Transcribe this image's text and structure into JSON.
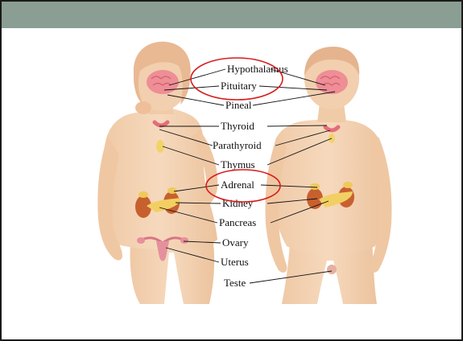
{
  "slide": {
    "header_color": "#8a9e93",
    "highlight_color": "#d81b1b"
  },
  "diagram": {
    "labels": [
      {
        "id": "hypothalamus",
        "text": "Hypothalamus"
      },
      {
        "id": "pituitary",
        "text": "Pituitary"
      },
      {
        "id": "pineal",
        "text": "Pineal"
      },
      {
        "id": "thyroid",
        "text": "Thyroid"
      },
      {
        "id": "parathyroid",
        "text": "Parathyroid"
      },
      {
        "id": "thymus",
        "text": "Thymus"
      },
      {
        "id": "adrenal",
        "text": "Adrenal"
      },
      {
        "id": "kidney",
        "text": "Kidney"
      },
      {
        "id": "pancreas",
        "text": "Pancreas"
      },
      {
        "id": "ovary",
        "text": "Ovary"
      },
      {
        "id": "uterus",
        "text": "Uterus"
      },
      {
        "id": "teste",
        "text": "Teste"
      }
    ],
    "highlighted": [
      "hypothalamus",
      "pituitary",
      "adrenal"
    ]
  }
}
